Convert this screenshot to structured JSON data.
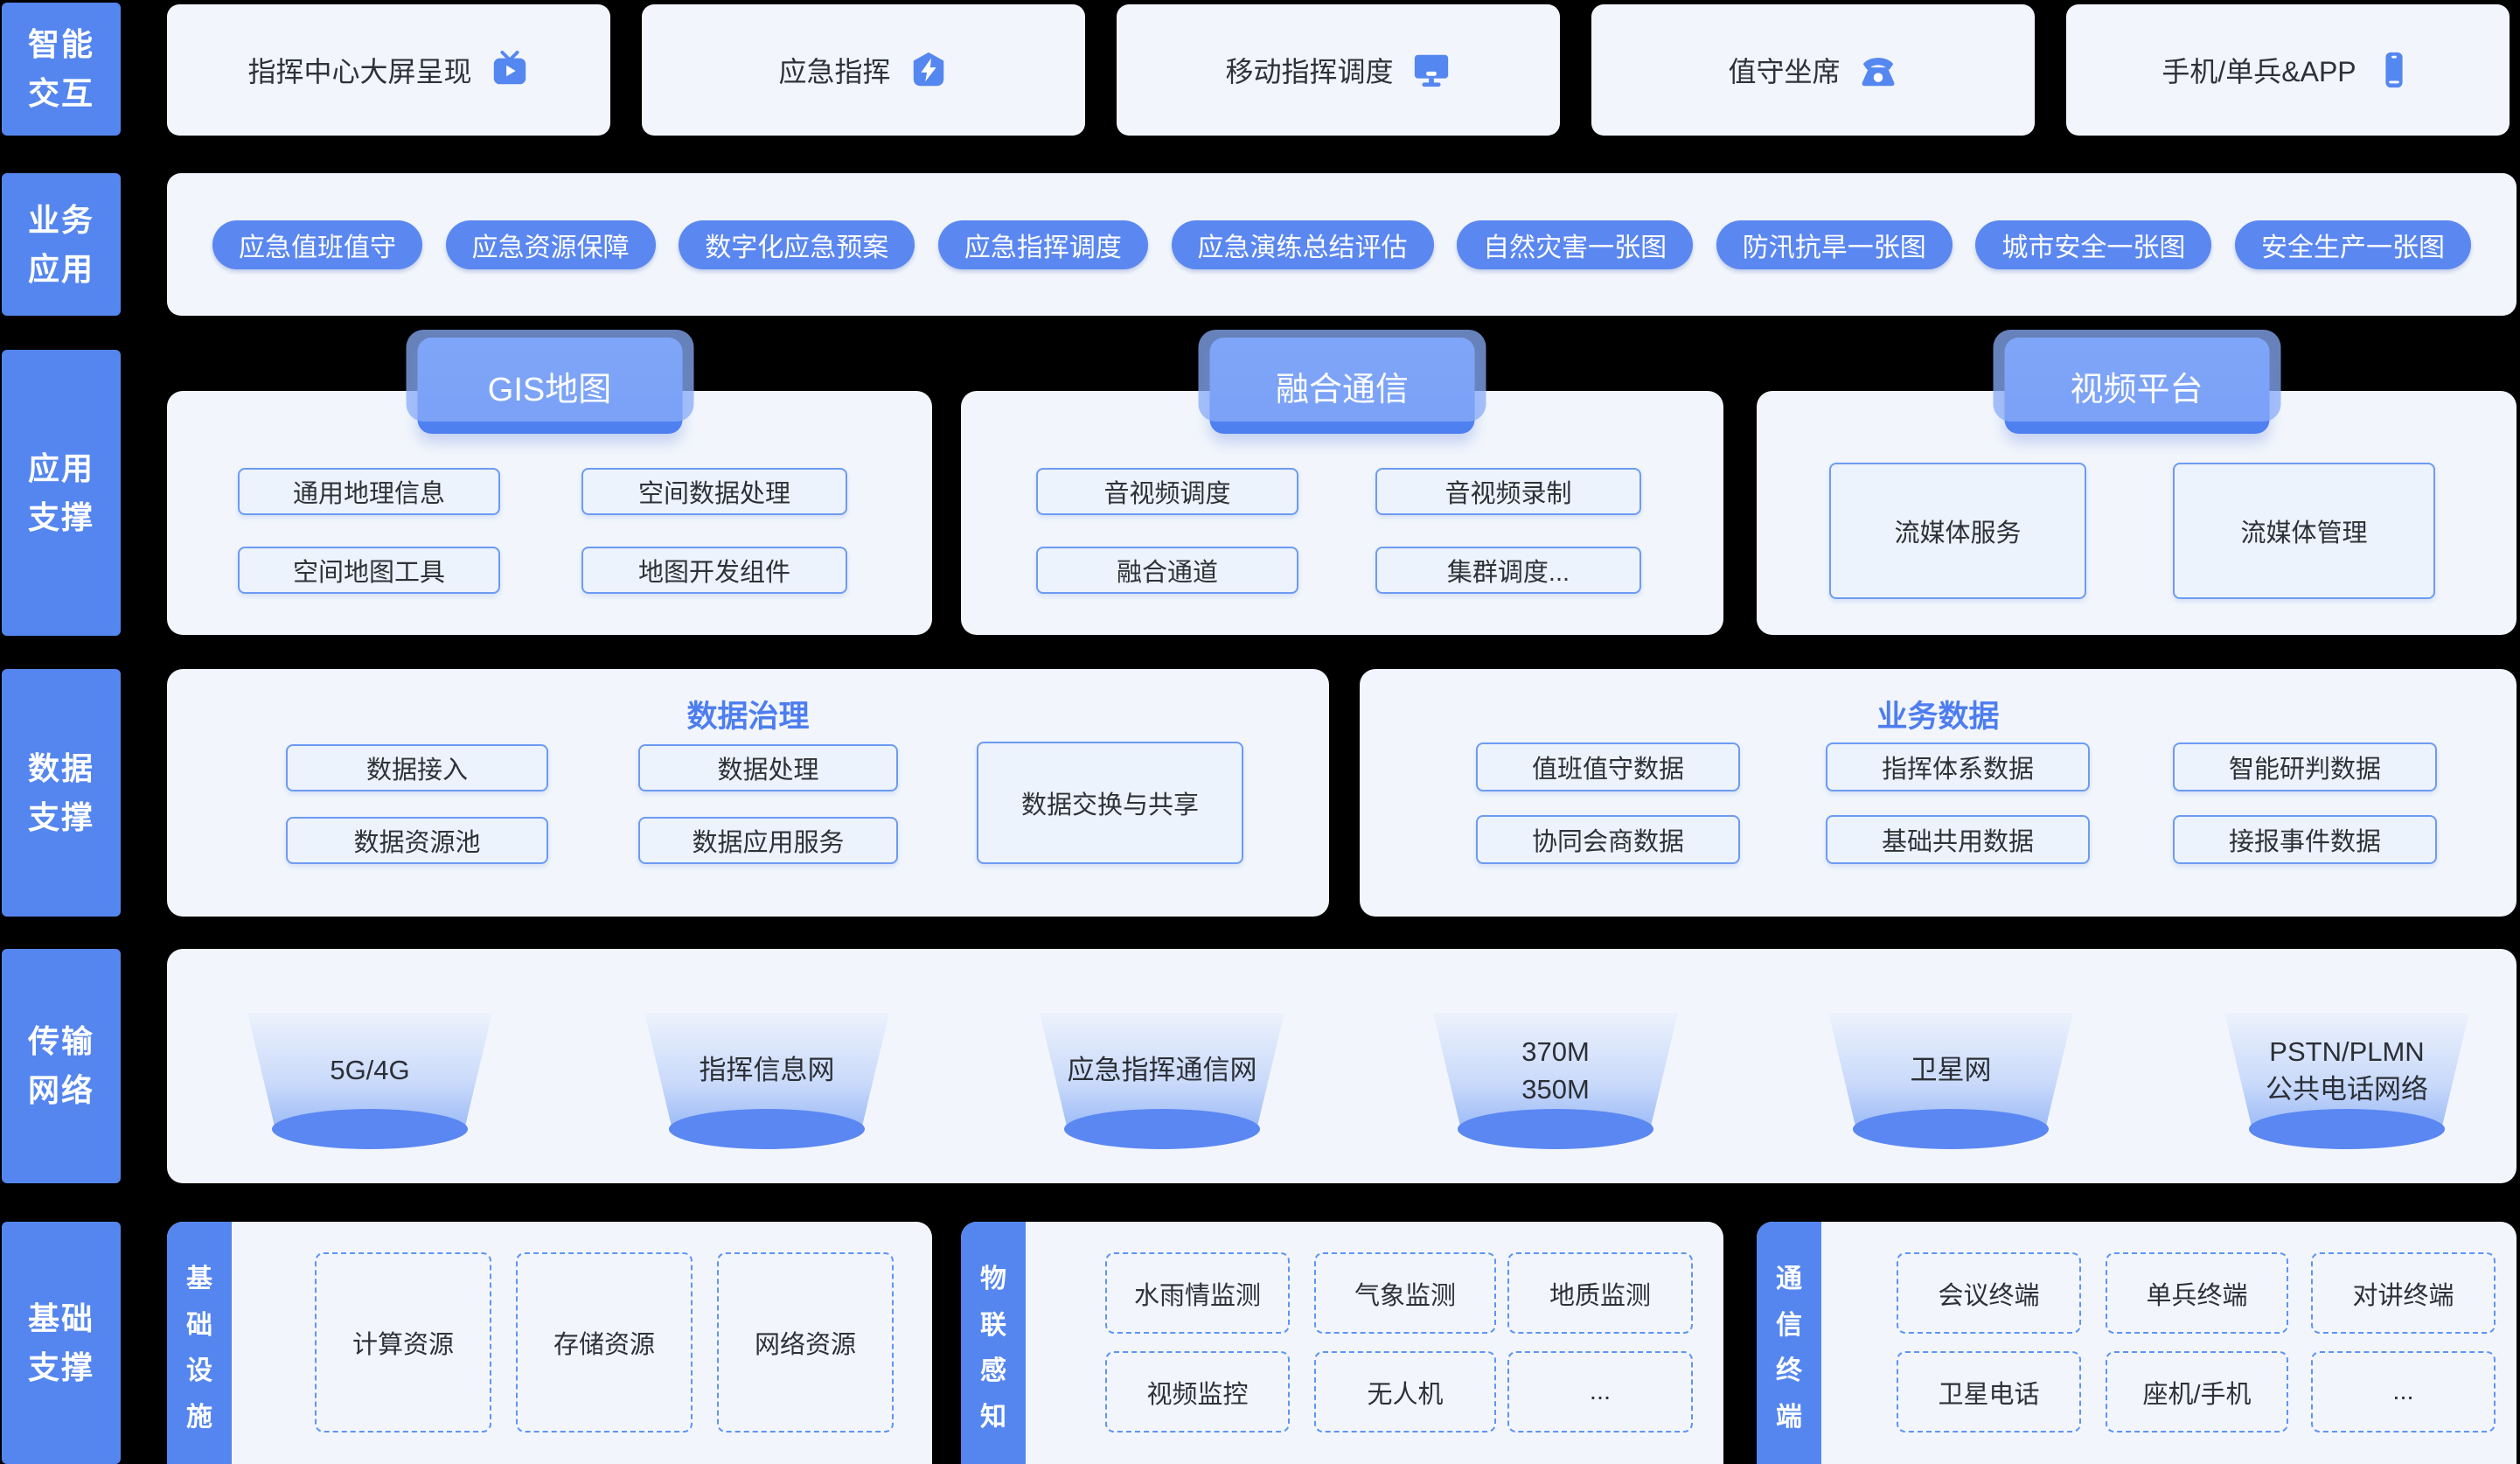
{
  "colors": {
    "accent_blue": "#5586EF",
    "pill_blue": "#5B87F0",
    "title_blue": "#4D7DF0",
    "panel_bg": "#F2F6FC",
    "box_bg": "#EDF3FC",
    "box_border": "#6D9BF3",
    "dashed_border": "#5E94F5",
    "text_dark": "#2E3238",
    "background": "#000000"
  },
  "sidebar": {
    "items": [
      {
        "label": "智能\n交互"
      },
      {
        "label": "业务\n应用"
      },
      {
        "label": "应用\n支撑"
      },
      {
        "label": "数据\n支撑"
      },
      {
        "label": "传输\n网络"
      },
      {
        "label": "基础\n支撑"
      }
    ]
  },
  "interaction_row": {
    "tiles": [
      {
        "label": "指挥中心大屏呈现",
        "icon": "tv-play-icon"
      },
      {
        "label": "应急指挥",
        "icon": "lightning-shield-icon"
      },
      {
        "label": "移动指挥调度",
        "icon": "monitor-icon"
      },
      {
        "label": "值守坐席",
        "icon": "telephone-icon"
      },
      {
        "label": "手机/单兵&APP",
        "icon": "smartphone-icon"
      }
    ]
  },
  "business_apps": {
    "items": [
      "应急值班值守",
      "应急资源保障",
      "数字化应急预案",
      "应急指挥调度",
      "应急演练总结评估",
      "自然灾害一张图",
      "防汛抗旱一张图",
      "城市安全一张图",
      "安全生产一张图"
    ]
  },
  "app_support": {
    "panels": [
      {
        "tab": "GIS地图",
        "boxes": [
          "通用地理信息",
          "空间数据处理",
          "空间地图工具",
          "地图开发组件"
        ]
      },
      {
        "tab": "融合通信",
        "boxes": [
          "音视频调度",
          "音视频录制",
          "融合通道",
          "集群调度..."
        ]
      },
      {
        "tab": "视频平台",
        "boxes": [
          "流媒体服务",
          "流媒体管理"
        ]
      }
    ]
  },
  "data_support": {
    "panels": [
      {
        "title": "数据治理",
        "boxes": [
          "数据接入",
          "数据处理",
          "数据资源池",
          "数据应用服务"
        ],
        "tall_box": "数据交换与共享"
      },
      {
        "title": "业务数据",
        "boxes": [
          "值班值守数据",
          "指挥体系数据",
          "智能研判数据",
          "协同会商数据",
          "基础共用数据",
          "接报事件数据"
        ]
      }
    ]
  },
  "transport_network": {
    "items": [
      "5G/4G",
      "指挥信息网",
      "应急指挥通信网",
      "370M\n350M",
      "卫星网",
      "PSTN/PLMN\n公共电话网络"
    ]
  },
  "base_support": {
    "groups": [
      {
        "label": "基\n础\n设\n施",
        "boxes": [
          "计算资源",
          "存储资源",
          "网络资源"
        ]
      },
      {
        "label": "物\n联\n感\n知",
        "boxes": [
          "水雨情监测",
          "气象监测",
          "地质监测",
          "视频监控",
          "无人机",
          "..."
        ]
      },
      {
        "label": "通\n信\n终\n端",
        "boxes": [
          "会议终端",
          "单兵终端",
          "对讲终端",
          "卫星电话",
          "座机/手机",
          "..."
        ]
      }
    ]
  }
}
